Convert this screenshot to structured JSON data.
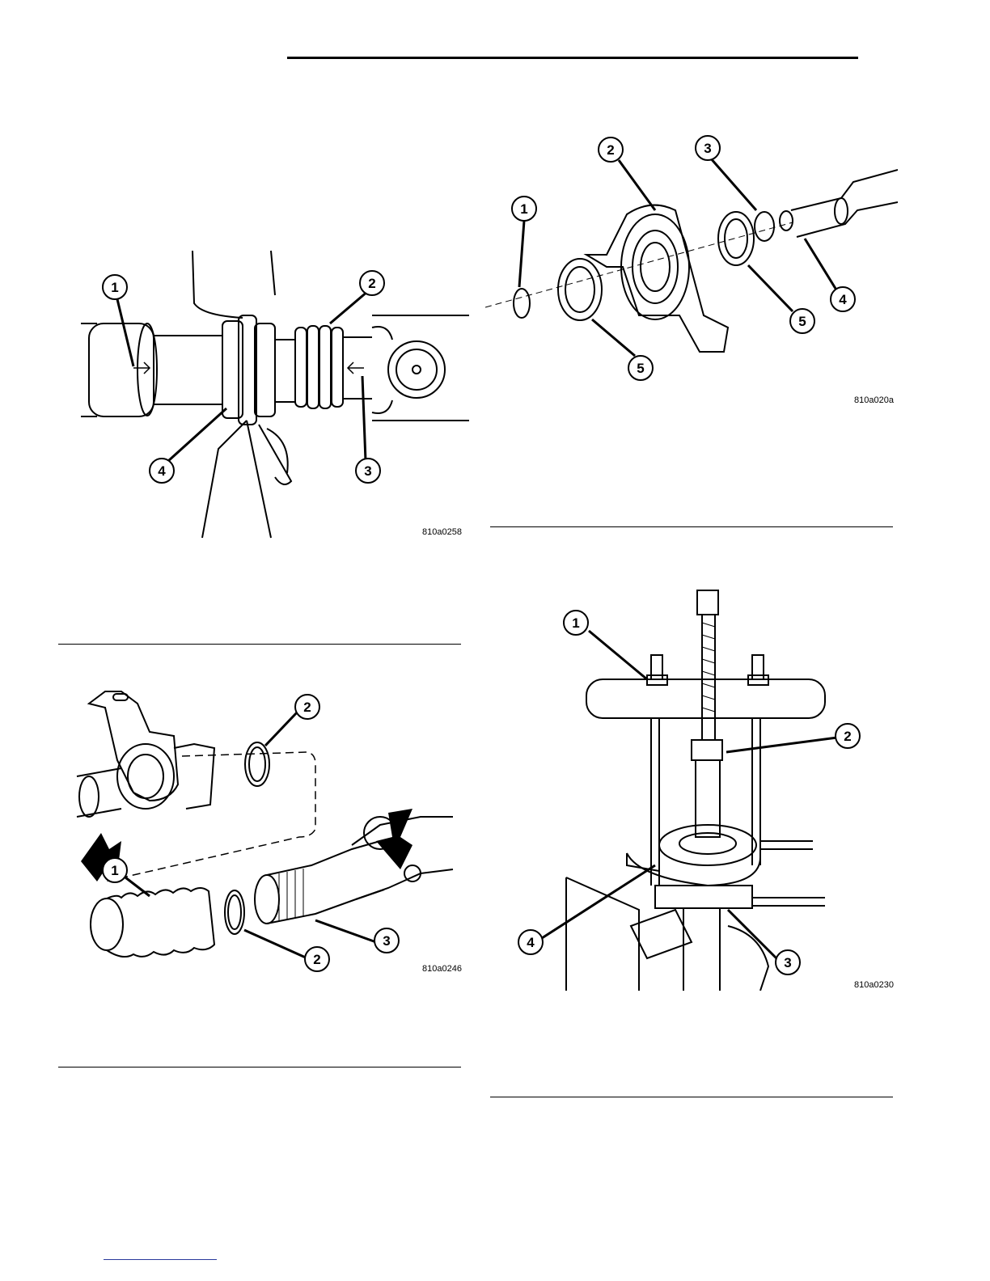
{
  "figures": [
    {
      "id": "810a0258",
      "callouts": [
        "1",
        "2",
        "3",
        "4"
      ]
    },
    {
      "id": "810a020a",
      "callouts": [
        "1",
        "2",
        "3",
        "4",
        "5",
        "5"
      ]
    },
    {
      "id": "810a0246",
      "callouts": [
        "1",
        "2",
        "2",
        "3"
      ]
    },
    {
      "id": "810a0230",
      "callouts": [
        "1",
        "2",
        "3",
        "4"
      ]
    }
  ]
}
